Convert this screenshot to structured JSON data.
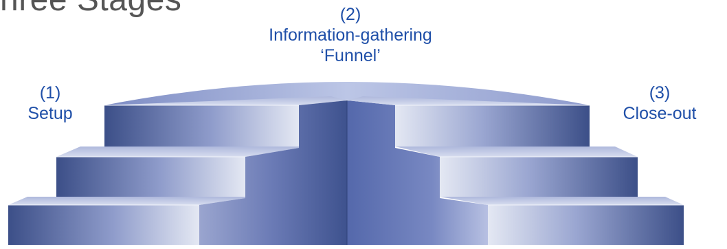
{
  "title": "hree Stages",
  "stages": [
    {
      "number": "(1)",
      "name": "Setup"
    },
    {
      "number": "(2)",
      "name": "Information-gathering",
      "name_line2": "‘Funnel’"
    },
    {
      "number": "(3)",
      "name": "Close-out"
    }
  ],
  "colors": {
    "label_text": "#1f4fa8",
    "step_dark": "#3a4d86",
    "step_light": "#e1e5f2",
    "step_top": "#c3cbe3",
    "riser_dark": "#4e63a3",
    "background": "#ffffff"
  }
}
